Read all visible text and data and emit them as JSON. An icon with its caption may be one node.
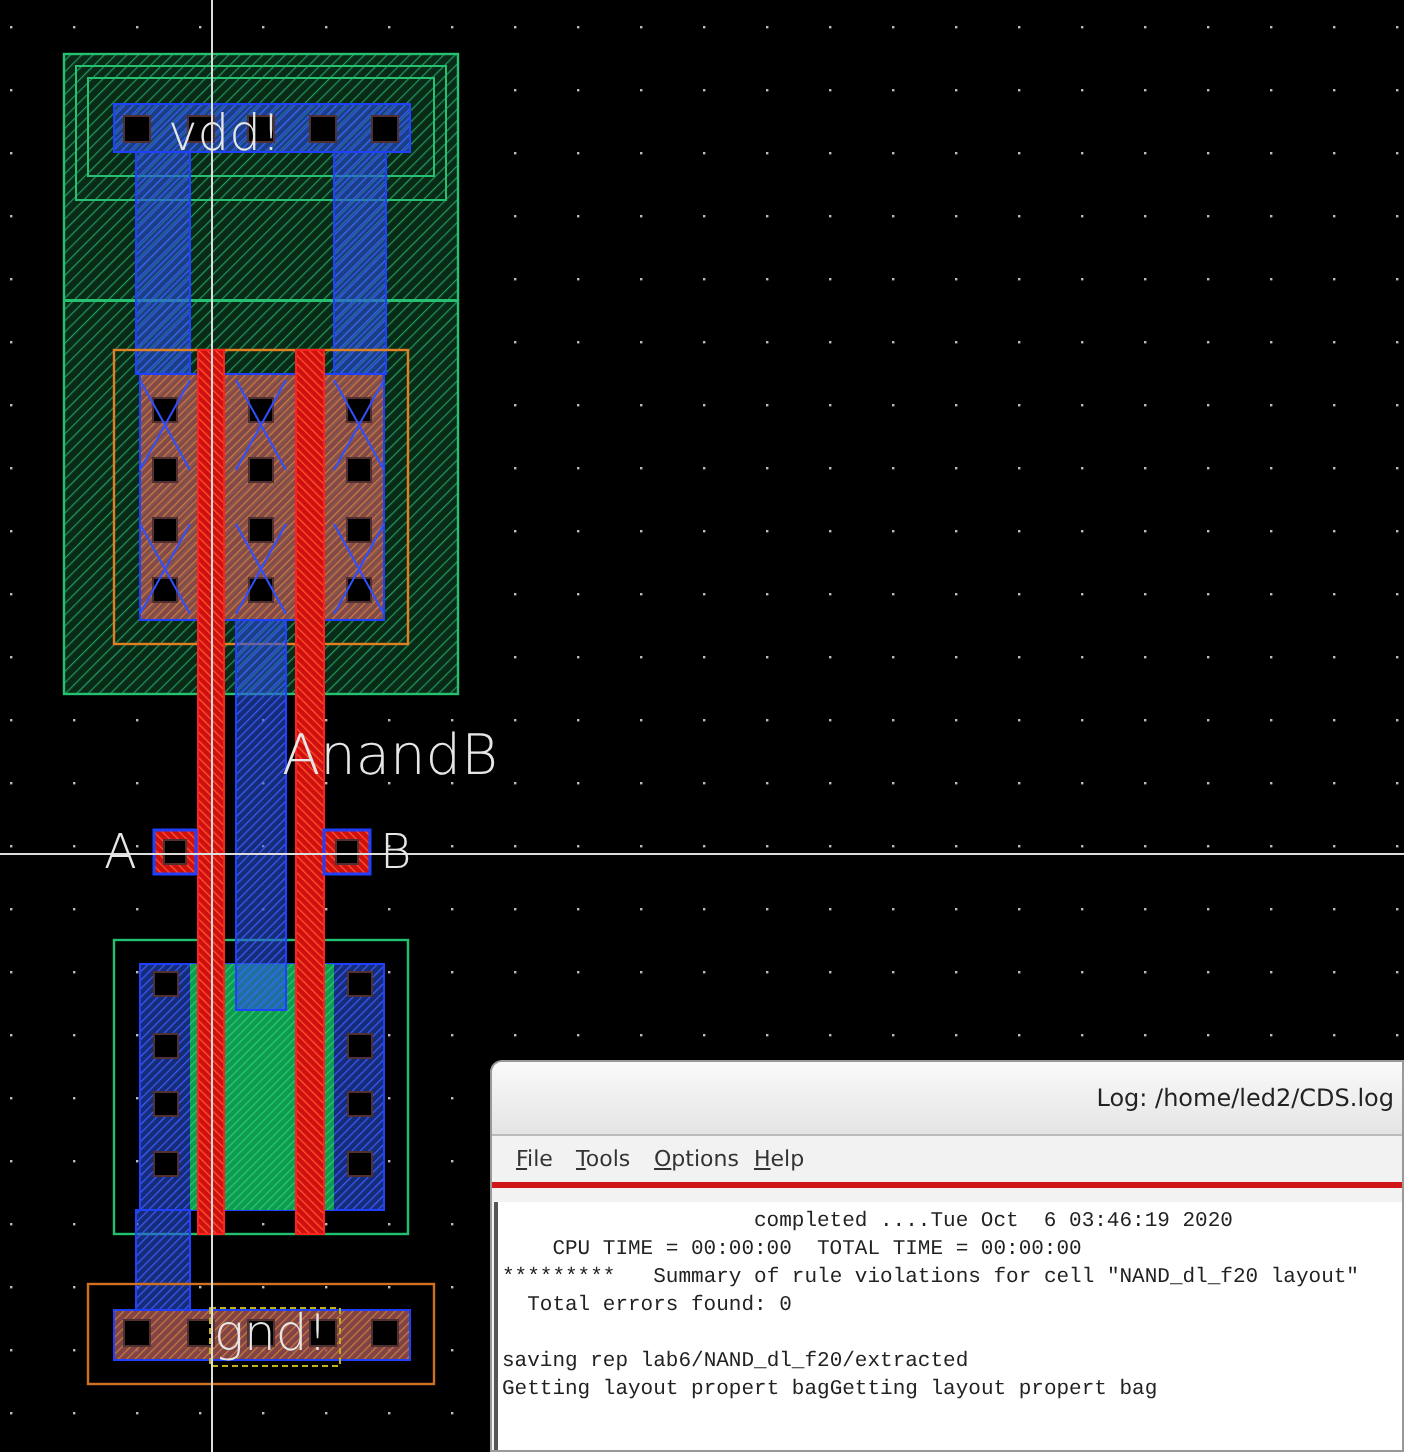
{
  "diagram": {
    "labels": [
      "vdd!",
      "AnandB",
      "A",
      "B",
      "gnd!",
      "Log: /home/led2/CDS.log",
      "File",
      "Tools",
      "Options",
      "Help",
      "completed ....Tue Oct  6 03:46:19 2020",
      "CPU TIME = 00:00:00  TOTAL TIME = 00:00:00",
      "*********   Summary of rule violations for cell \"NAND_dl_f20 layout\"",
      "Total errors found: 0",
      "saving rep lab6/NAND_dl_f20/extracted",
      "Getting layout propert bagGetting layout propert bag"
    ]
  }
}
